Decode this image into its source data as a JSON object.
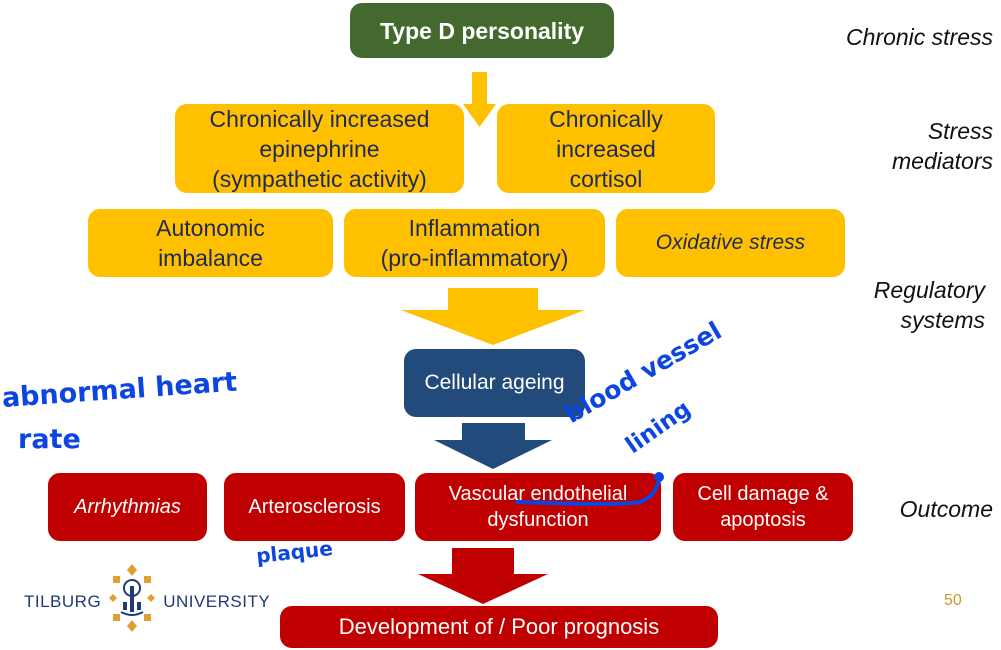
{
  "colors": {
    "green": "#43692f",
    "yellow": "#ffc000",
    "navy": "#224a7a",
    "red": "#c00000",
    "ink": "#0b46e0",
    "gold": "#c8962d"
  },
  "nodes": {
    "type_d": "Type D personality",
    "epinephrine": "Chronically increased\nepinephrine\n(sympathetic activity)",
    "cortisol": "Chronically\nincreased\ncortisol",
    "autonomic": "Autonomic\nimbalance",
    "inflammation": "Inflammation\n(pro-inflammatory)",
    "oxidative": "Oxidative stress",
    "cellular_ageing": "Cellular ageing",
    "arrhythmias": "Arrhythmias",
    "arterosclerosis": "Arterosclerosis",
    "vascular": "Vascular endothelial\ndysfunction",
    "cell_damage": "Cell damage &\napoptosis",
    "prognosis": "Development of / Poor prognosis"
  },
  "stage_labels": {
    "chronic_stress": "Chronic stress",
    "stress_mediators": "Stress\nmediators",
    "regulatory_systems": "Regulatory\nsystems",
    "outcome": "Outcome"
  },
  "annotations": {
    "abnormal_heart": "abnormal heart",
    "rate": "rate",
    "blood_vessel": "blood vessel",
    "lining": "lining",
    "plaque": "plaque"
  },
  "logo": {
    "left": "TILBURG",
    "right": "UNIVERSITY"
  },
  "page_number": "50"
}
